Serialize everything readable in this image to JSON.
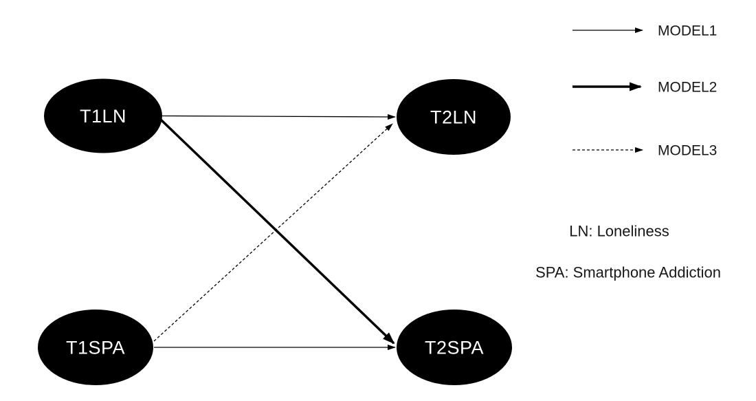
{
  "diagram": {
    "nodes": {
      "t1ln": {
        "label": "T1LN"
      },
      "t2ln": {
        "label": "T2LN"
      },
      "t1spa": {
        "label": "T1SPA"
      },
      "t2spa": {
        "label": "T2SPA"
      }
    },
    "edges": [
      {
        "from": "T1LN",
        "to": "T2LN",
        "model": "MODEL1",
        "style": "thin-solid"
      },
      {
        "from": "T1SPA",
        "to": "T2SPA",
        "model": "MODEL1",
        "style": "thin-solid"
      },
      {
        "from": "T1LN",
        "to": "T2SPA",
        "model": "MODEL2",
        "style": "thick-solid"
      },
      {
        "from": "T1SPA",
        "to": "T2LN",
        "model": "MODEL3",
        "style": "dashed"
      }
    ]
  },
  "legend": {
    "items": [
      {
        "label": "MODEL1",
        "style": "thin-solid"
      },
      {
        "label": "MODEL2",
        "style": "thick-solid"
      },
      {
        "label": "MODEL3",
        "style": "dashed"
      }
    ]
  },
  "definitions": {
    "ln": "LN: Loneliness",
    "spa": "SPA: Smartphone Addiction"
  },
  "colors": {
    "node_fill": "#000000",
    "node_text": "#ffffff",
    "line": "#000000",
    "text": "#171717",
    "background": "#ffffff"
  }
}
